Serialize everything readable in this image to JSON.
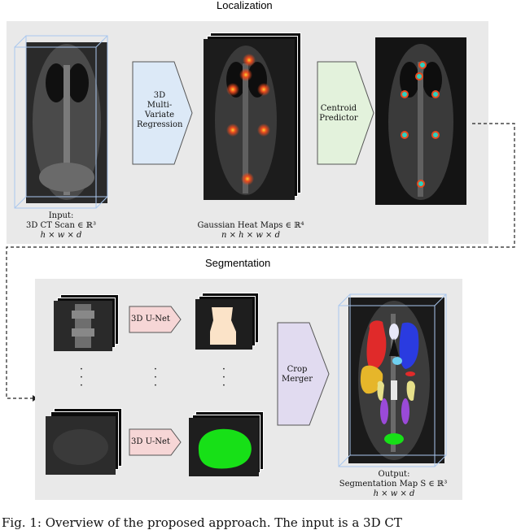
{
  "localization": {
    "title": "Localization",
    "input_label_1": "Input:",
    "input_label_2": "3D CT Scan ∈ ℝ³",
    "input_label_3": "h × w × d",
    "regression_label": [
      "3D",
      "Multi-",
      "Variate",
      "Regression"
    ],
    "heatmaps_label_1": "Gaussian Heat Maps ∈ ℝ⁴",
    "heatmaps_label_2": "n × h × w × d",
    "centroid_label": [
      "Centroid",
      "Predictor"
    ]
  },
  "segmentation": {
    "title": "Segmentation",
    "unet_top": "3D U-Net",
    "unet_bottom": "3D U-Net",
    "merger_label": [
      "Crop",
      "Merger"
    ],
    "output_label_1": "Output:",
    "output_label_2": "Segmentation Map S ∈ ℝ³",
    "output_label_3": "h × w × d"
  },
  "caption": "Fig. 1: Overview of the proposed approach. The input is a 3D CT",
  "colors": {
    "panel_bg": "#e9e9e9",
    "regression_fill": "#dce9f7",
    "centroid_fill": "#e3f2dc",
    "unet_fill": "#f6d6d6",
    "merger_fill": "#e1dbf0",
    "heat_spot": "#e84a1e",
    "centroid_dot": "#2fd0c0",
    "liver": "#e02a2a",
    "spleen": "#2a3be0",
    "bladder": "#17e017",
    "vertebra": "#fbe3c8"
  }
}
